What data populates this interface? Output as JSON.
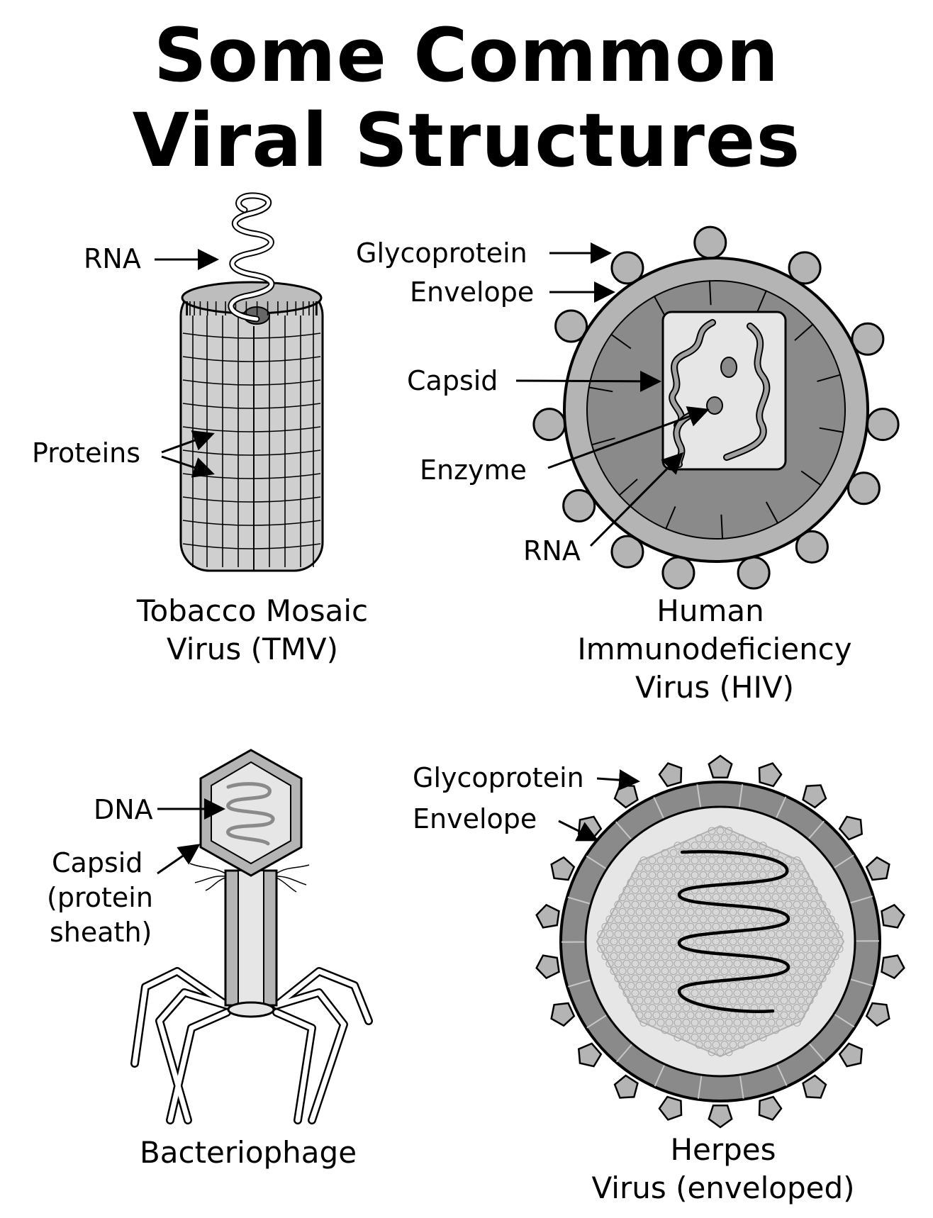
{
  "title": {
    "line1": "Some Common",
    "line2": "Viral Structures"
  },
  "tmv": {
    "labels": {
      "rna": "RNA",
      "proteins": "Proteins"
    },
    "caption": [
      "Tobacco Mosaic",
      "Virus (TMV)"
    ]
  },
  "hiv": {
    "labels": {
      "glycoprotein": "Glycoprotein",
      "envelope": "Envelope",
      "capsid": "Capsid",
      "enzyme": "Enzyme",
      "rna": "RNA"
    },
    "caption": [
      "Human",
      "Immunodeficiency",
      "Virus (HIV)"
    ]
  },
  "phage": {
    "labels": {
      "dna": "DNA",
      "capsid": [
        "Capsid",
        "(protein",
        "sheath)"
      ]
    },
    "caption": [
      "Bacteriophage"
    ]
  },
  "herpes": {
    "labels": {
      "glycoprotein": "Glycoprotein",
      "envelope": "Envelope"
    },
    "caption": [
      "Herpes",
      "Virus (enveloped)"
    ]
  },
  "colors": {
    "dark_gray": "#8a8a8a",
    "mid_gray": "#b4b4b4",
    "light_gray": "#e6e6e6",
    "protein_gray": "#cfcfcf",
    "outline": "#000000"
  }
}
